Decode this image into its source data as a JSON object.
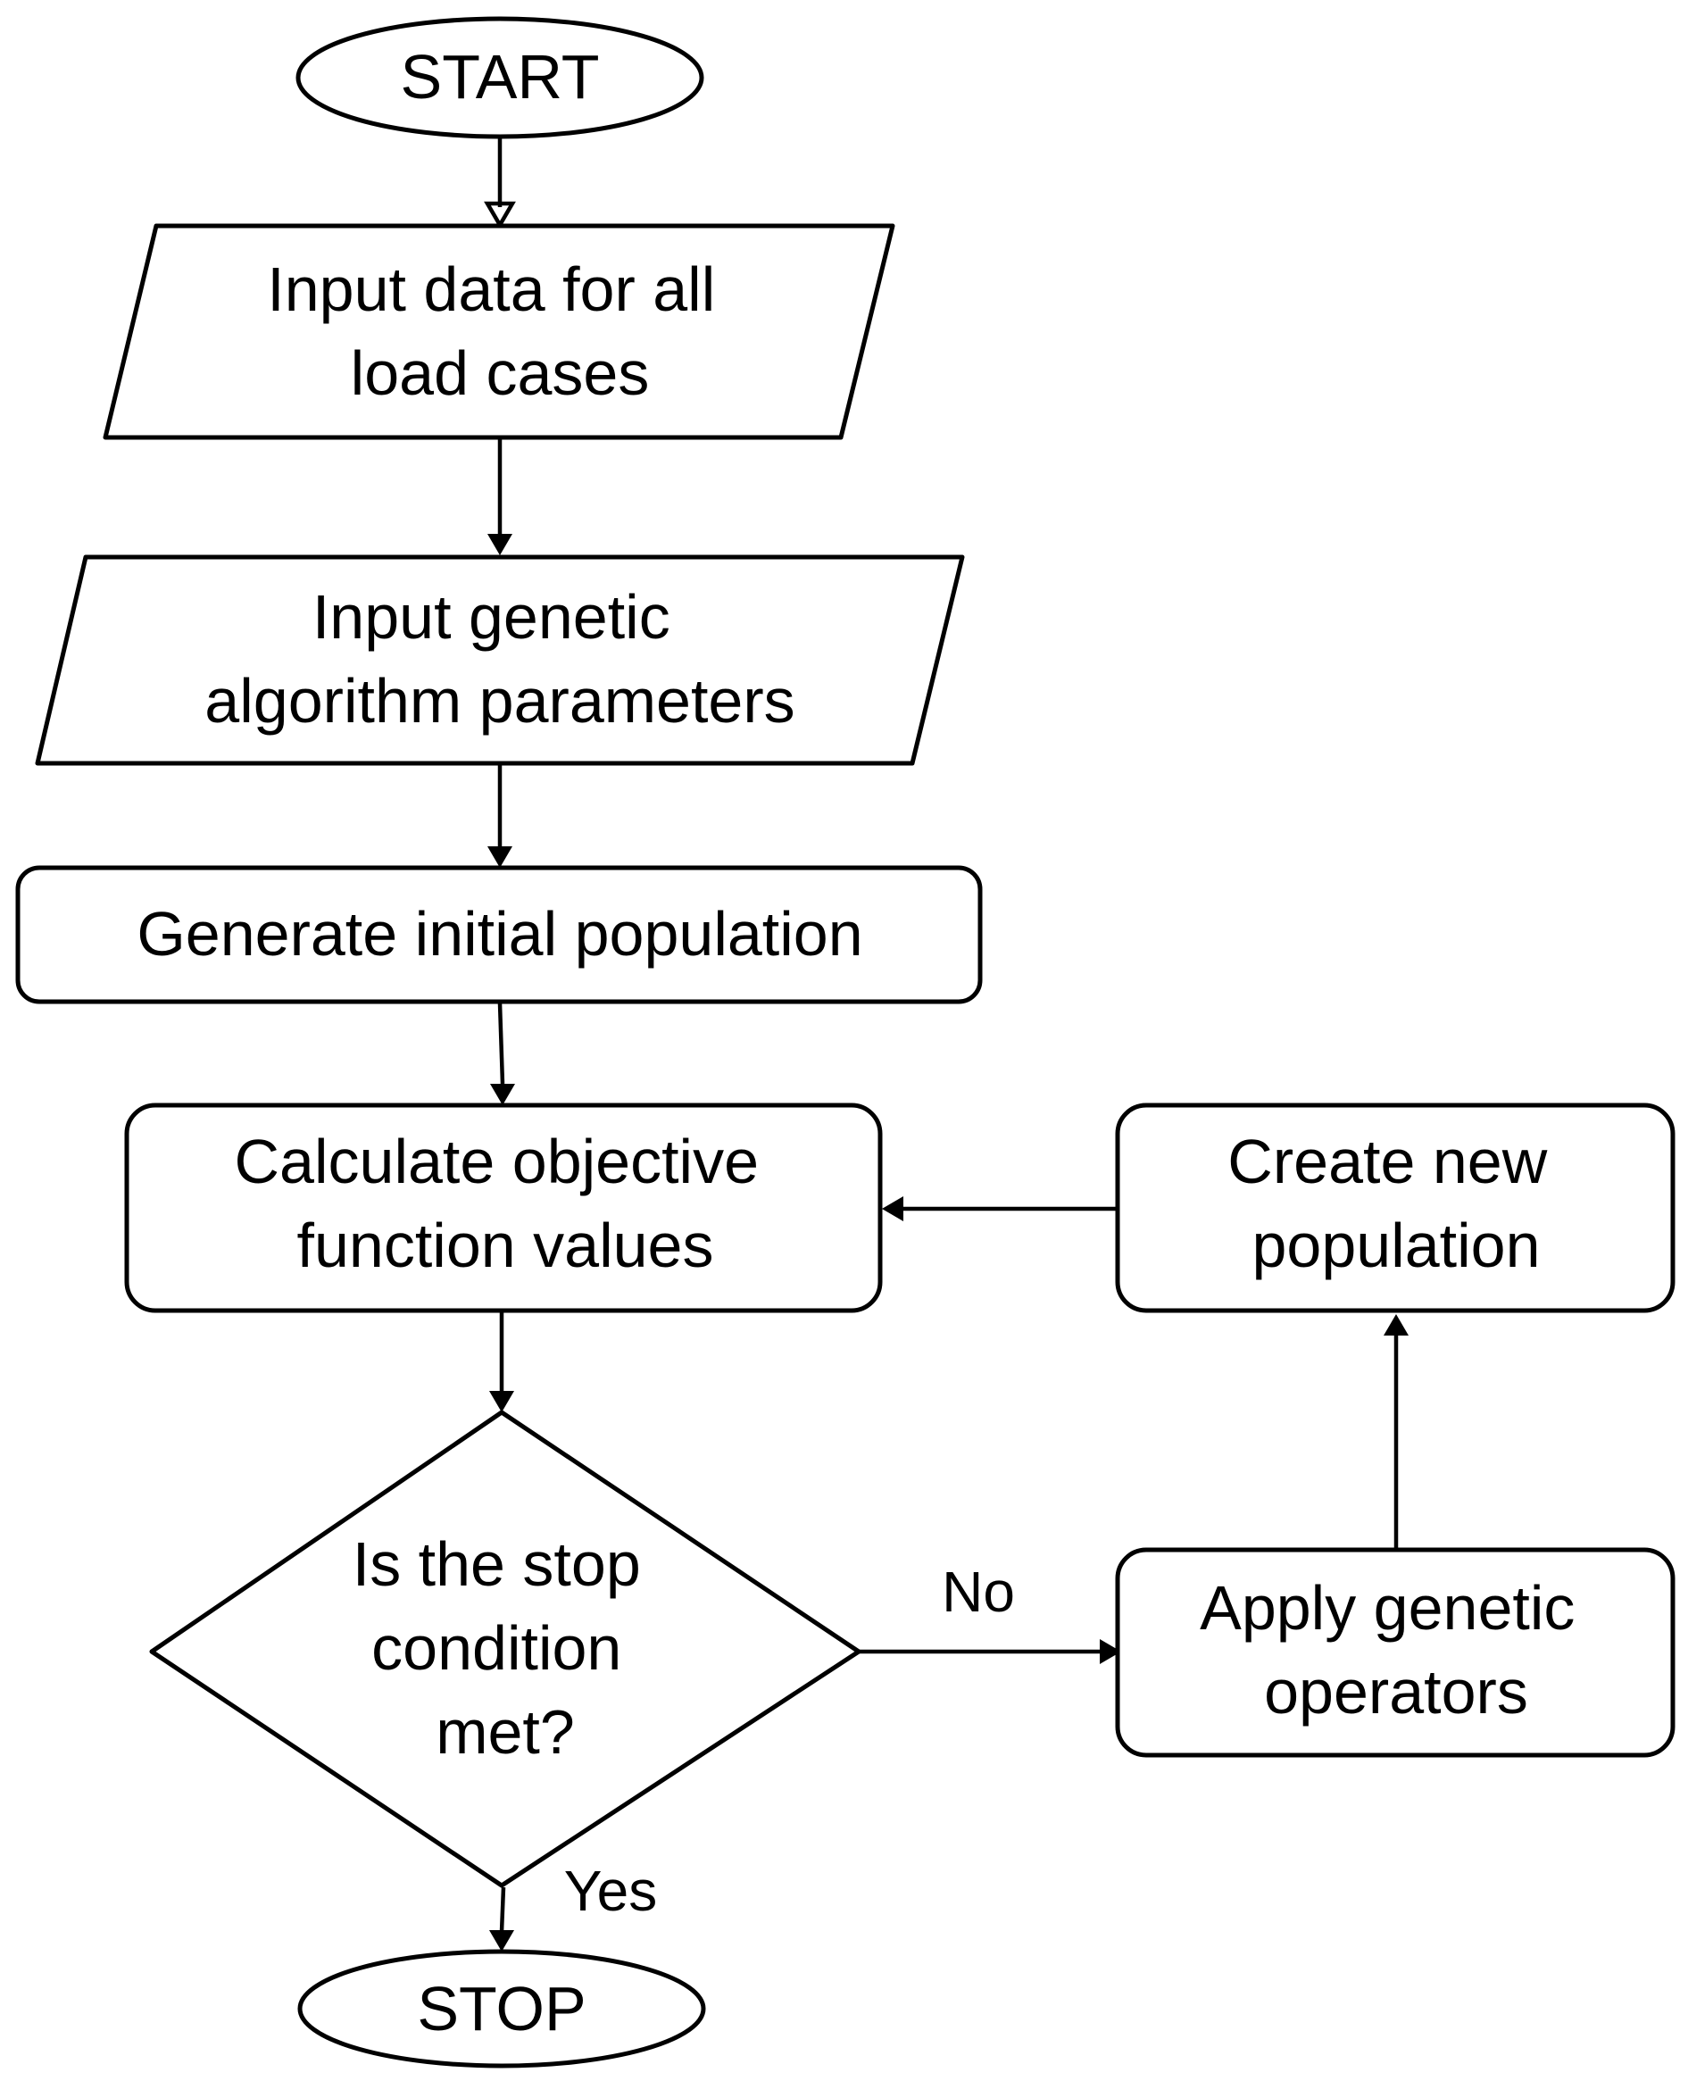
{
  "diagram": {
    "nodes": {
      "start": {
        "lines": [
          "START"
        ]
      },
      "input_load_cases": {
        "lines": [
          "Input data for all",
          "load cases"
        ]
      },
      "input_ga_params": {
        "lines": [
          "Input genetic",
          "algorithm parameters"
        ]
      },
      "generate_population": {
        "lines": [
          "Generate initial population"
        ]
      },
      "calculate_objective": {
        "lines": [
          "Calculate objective",
          "function values"
        ]
      },
      "stop_condition": {
        "lines": [
          "Is the stop",
          "condition",
          "met?"
        ]
      },
      "apply_operators": {
        "lines": [
          "Apply genetic",
          "operators"
        ]
      },
      "create_population": {
        "lines": [
          "Create new",
          "population"
        ]
      },
      "stop": {
        "lines": [
          "STOP"
        ]
      }
    },
    "edge_labels": {
      "no": "No",
      "yes": "Yes"
    },
    "colors": {
      "stroke": "#000000",
      "fill": "#ffffff",
      "text": "#000000"
    }
  }
}
